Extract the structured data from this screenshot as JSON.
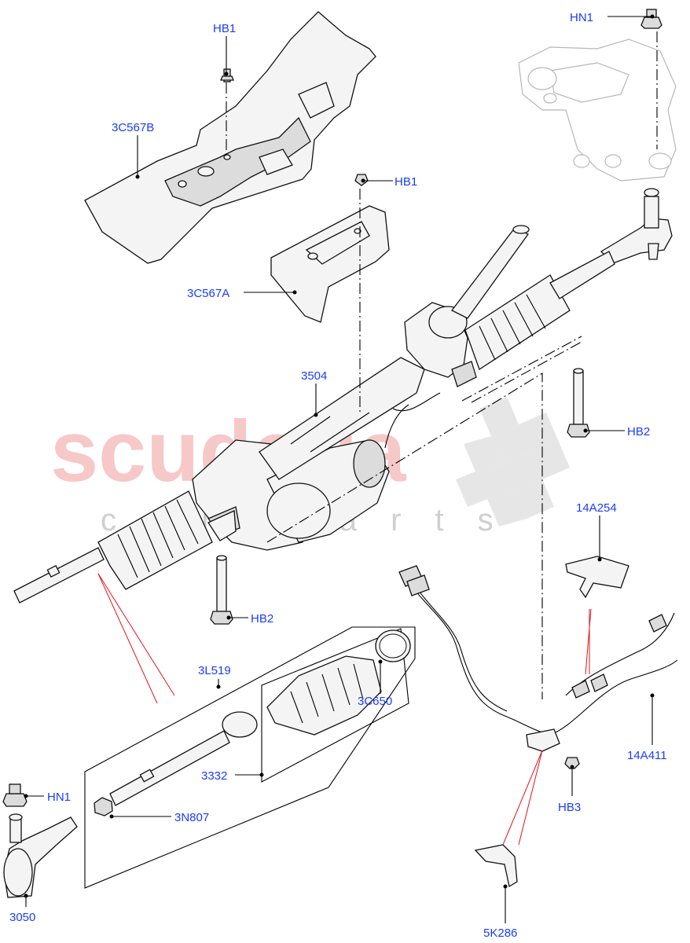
{
  "watermark": {
    "brand": "scuderia",
    "tagline": "car parts"
  },
  "labels": {
    "hb1_top": "HB1",
    "hn1_top": "HN1",
    "c3c567b": "3C567B",
    "hb1_mid": "HB1",
    "c3c567a": "3C567A",
    "c3504": "3504",
    "hb2_right": "HB2",
    "c14a254": "14A254",
    "hb2_bottom": "HB2",
    "c3l519": "3L519",
    "c3c650": "3C650",
    "c3332": "3332",
    "c3n807": "3N807",
    "hn1_bottom": "HN1",
    "c14a411": "14A411",
    "hb3": "HB3",
    "c3050": "3050",
    "c5k286": "5K286"
  },
  "colors": {
    "label": "#1a3cff",
    "line": "#000000",
    "reference_line": "#e0141e",
    "watermark": "#f4b6b6"
  }
}
